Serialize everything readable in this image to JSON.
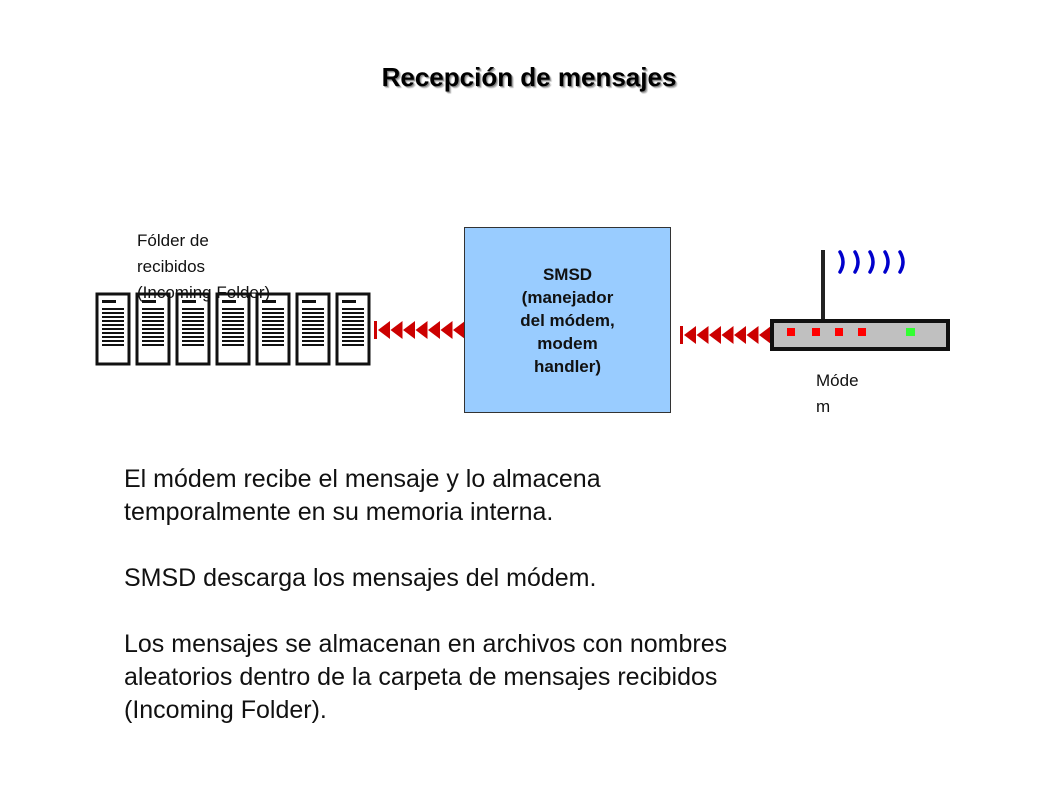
{
  "title": "Recepción de mensajes",
  "folder_label": [
    "Fólder de",
    "recibidos",
    "(Incoming Folder)"
  ],
  "smsd_box": [
    "SMSD",
    "(manejador",
    "del módem,",
    "modem",
    "handler)"
  ],
  "modem_label": [
    "Móde",
    "m"
  ],
  "paragraphs": [
    [
      "El módem recibe el mensaje y lo almacena",
      "temporalmente en su memoria interna."
    ],
    [
      "SMSD descarga los mensajes del módem."
    ],
    [
      "Los mensajes se almacenan en archivos con nombres",
      "aleatorios dentro de la carpeta de mensajes recibidos",
      "(Incoming Folder)."
    ]
  ],
  "colors": {
    "smsd_box": "#99ccff",
    "arrow": "#cc0000",
    "modem_body": "#c0c0c0",
    "modem_led_red": "#ff0000",
    "modem_led_green": "#33ff33",
    "wifi_waves": "#0000cc"
  },
  "icons": {
    "folder": "server-file-stack-icon",
    "modem": "wireless-modem-icon",
    "arrows": "chevron-arrow-left-icon"
  }
}
